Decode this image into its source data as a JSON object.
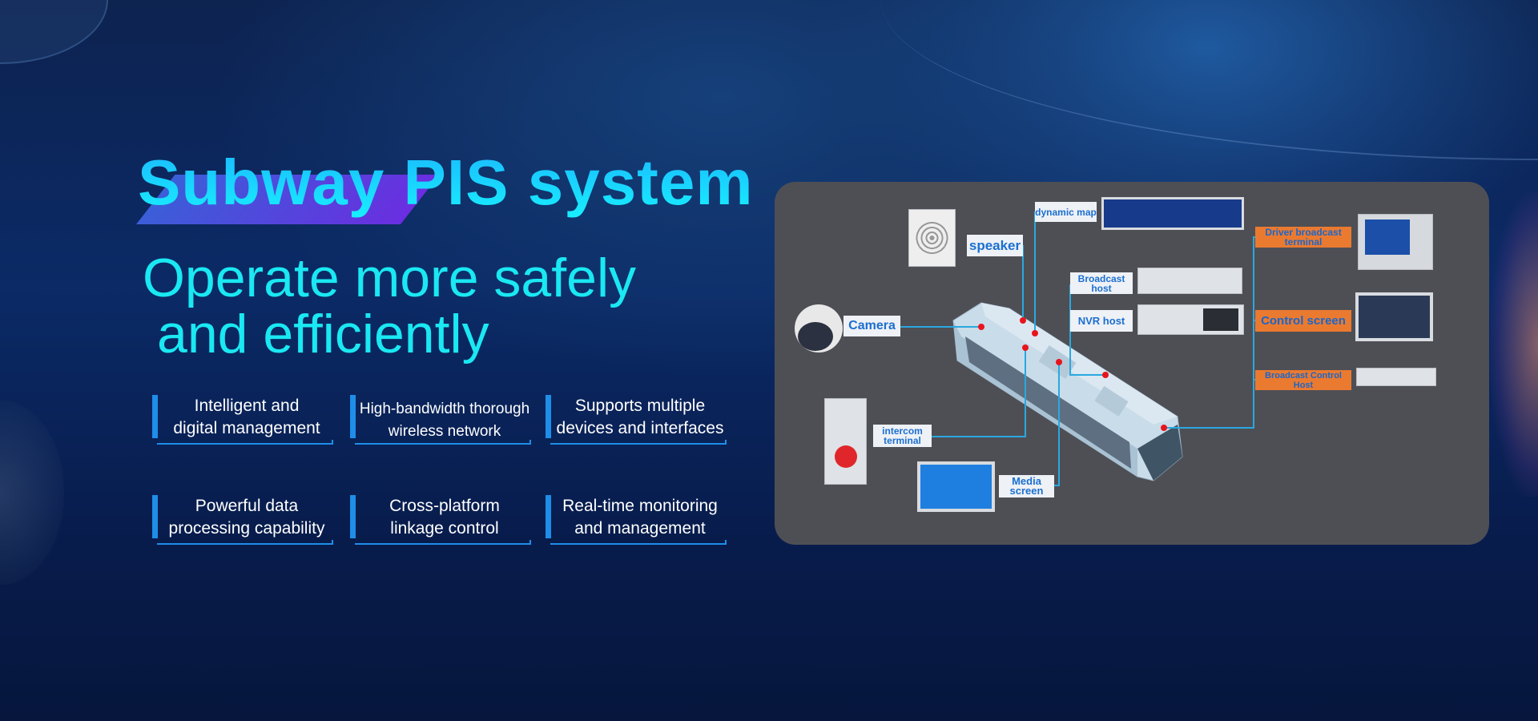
{
  "hero": {
    "title": "Subway PIS system",
    "subtitle_line1": "Operate more safely",
    "subtitle_line2": "and efficiently"
  },
  "features": [
    {
      "line1": "Intelligent and",
      "line2": "digital management"
    },
    {
      "line1": "High-bandwidth thorough",
      "line2": "wireless network"
    },
    {
      "line1": "Supports multiple",
      "line2": "devices and interfaces"
    },
    {
      "line1": "Powerful data",
      "line2": "processing capability"
    },
    {
      "line1": "Cross-platform",
      "line2": "linkage control"
    },
    {
      "line1": "Real-time monitoring",
      "line2": "and management"
    }
  ],
  "diagram": {
    "labels": {
      "speaker": "speaker",
      "dynamic_map": "dynamic map",
      "broadcast_host": "Broadcast host",
      "nvr_host": "NVR host",
      "camera": "Camera",
      "intercom": "intercom terminal",
      "media_screen": "Media screen"
    },
    "orange_labels": {
      "driver": "Driver broadcast terminal",
      "control_screen": "Control screen",
      "broadcast_control_host": "Broadcast Control Host"
    },
    "colors": {
      "line": "#2aa8e0",
      "dot": "#e8141c",
      "orange": "#ea7a30",
      "panel": "#4e4f55"
    }
  }
}
